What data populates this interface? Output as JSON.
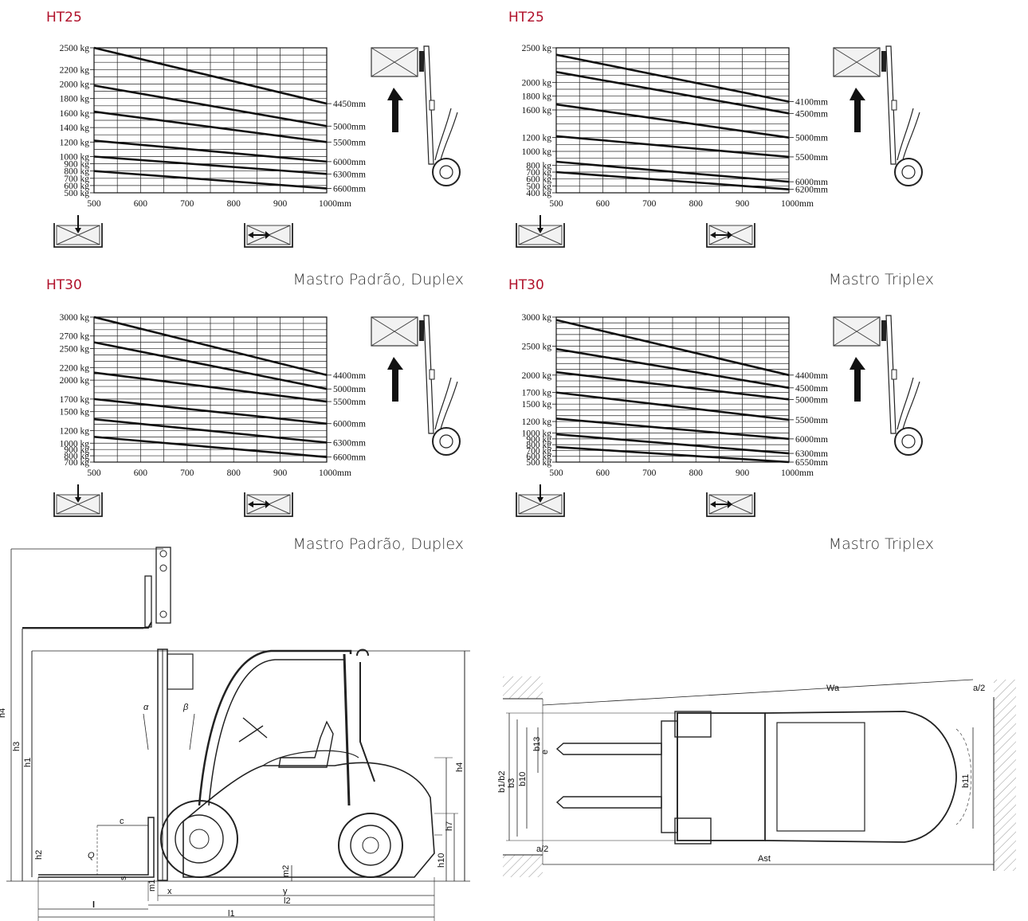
{
  "charts": [
    {
      "model": "HT25",
      "caption": "Mastro Padrão, Duplex",
      "chart_data": {
        "type": "line",
        "x": [
          500,
          1000
        ],
        "x_ticks": [
          "500",
          "600",
          "700",
          "800",
          "900",
          "1000mm"
        ],
        "y_ticks": [
          {
            "label": "2500 kg",
            "value": 2500
          },
          {
            "label": "2200 kg",
            "value": 2200
          },
          {
            "label": "2000 kg",
            "value": 2000
          },
          {
            "label": "1800 kg",
            "value": 1800
          },
          {
            "label": "1600 kg",
            "value": 1600
          },
          {
            "label": "1400 kg",
            "value": 1400
          },
          {
            "label": "1200 kg",
            "value": 1200
          },
          {
            "label": "1000 kg",
            "value": 1000
          },
          {
            "label": "900 kg",
            "value": 900
          },
          {
            "label": "800 kg",
            "value": 800
          },
          {
            "label": "700 kg",
            "value": 700
          },
          {
            "label": "600 kg",
            "value": 600
          },
          {
            "label": "500 kg",
            "value": 500
          }
        ],
        "ylim": [
          500,
          2500
        ],
        "series": [
          {
            "name": "4450mm",
            "values": [
              2500,
              1730
            ]
          },
          {
            "name": "5000mm",
            "values": [
              1980,
              1420
            ]
          },
          {
            "name": "5500mm",
            "values": [
              1620,
              1200
            ]
          },
          {
            "name": "6000mm",
            "values": [
              1220,
              930
            ]
          },
          {
            "name": "6300mm",
            "values": [
              1000,
              760
            ]
          },
          {
            "name": "6600mm",
            "values": [
              800,
              560
            ]
          }
        ]
      }
    },
    {
      "model": "HT25",
      "caption": "Mastro Triplex",
      "chart_data": {
        "type": "line",
        "x": [
          500,
          1000
        ],
        "x_ticks": [
          "500",
          "600",
          "700",
          "800",
          "900",
          "1000mm"
        ],
        "y_ticks": [
          {
            "label": "2500 kg",
            "value": 2500
          },
          {
            "label": "2000 kg",
            "value": 2000
          },
          {
            "label": "1800 kg",
            "value": 1800
          },
          {
            "label": "1600 kg",
            "value": 1600
          },
          {
            "label": "1200 kg",
            "value": 1200
          },
          {
            "label": "1000 kg",
            "value": 1000
          },
          {
            "label": "800 kg",
            "value": 800
          },
          {
            "label": "700 kg",
            "value": 700
          },
          {
            "label": "600 kg",
            "value": 600
          },
          {
            "label": "500 kg",
            "value": 500
          },
          {
            "label": "400 kg",
            "value": 400
          }
        ],
        "ylim": [
          400,
          2500
        ],
        "series": [
          {
            "name": "4100mm",
            "values": [
              2400,
              1720
            ]
          },
          {
            "name": "4500mm",
            "values": [
              2150,
              1550
            ]
          },
          {
            "name": "5000mm",
            "values": [
              1680,
              1200
            ]
          },
          {
            "name": "5500mm",
            "values": [
              1220,
              920
            ]
          },
          {
            "name": "6000mm",
            "values": [
              850,
              560
            ]
          },
          {
            "name": "6200mm",
            "values": [
              700,
              450
            ]
          }
        ]
      }
    },
    {
      "model": "HT30",
      "caption": "Mastro Padrão, Duplex",
      "chart_data": {
        "type": "line",
        "x": [
          500,
          1000
        ],
        "x_ticks": [
          "500",
          "600",
          "700",
          "800",
          "900",
          "1000mm"
        ],
        "y_ticks": [
          {
            "label": "3000 kg",
            "value": 3000
          },
          {
            "label": "2700 kg",
            "value": 2700
          },
          {
            "label": "2500 kg",
            "value": 2500
          },
          {
            "label": "2200 kg",
            "value": 2200
          },
          {
            "label": "2000 kg",
            "value": 2000
          },
          {
            "label": "1700 kg",
            "value": 1700
          },
          {
            "label": "1500 kg",
            "value": 1500
          },
          {
            "label": "1200 kg",
            "value": 1200
          },
          {
            "label": "1000 kg",
            "value": 1000
          },
          {
            "label": "900 kg",
            "value": 900
          },
          {
            "label": "800 kg",
            "value": 800
          },
          {
            "label": "700 kg",
            "value": 700
          }
        ],
        "ylim": [
          700,
          3000
        ],
        "series": [
          {
            "name": "4400mm",
            "values": [
              3000,
              2080
            ]
          },
          {
            "name": "5000mm",
            "values": [
              2600,
              1860
            ]
          },
          {
            "name": "5500mm",
            "values": [
              2120,
              1660
            ]
          },
          {
            "name": "6000mm",
            "values": [
              1700,
              1310
            ]
          },
          {
            "name": "6300mm",
            "values": [
              1380,
              1010
            ]
          },
          {
            "name": "6600mm",
            "values": [
              1100,
              780
            ]
          }
        ]
      }
    },
    {
      "model": "HT30",
      "caption": "Mastro Triplex",
      "chart_data": {
        "type": "line",
        "x": [
          500,
          1000
        ],
        "x_ticks": [
          "500",
          "600",
          "700",
          "800",
          "900",
          "1000mm"
        ],
        "y_ticks": [
          {
            "label": "3000 kg",
            "value": 3000
          },
          {
            "label": "2500 kg",
            "value": 2500
          },
          {
            "label": "2000 kg",
            "value": 2000
          },
          {
            "label": "1700 kg",
            "value": 1700
          },
          {
            "label": "1500 kg",
            "value": 1500
          },
          {
            "label": "1200 kg",
            "value": 1200
          },
          {
            "label": "1000 kg",
            "value": 1000
          },
          {
            "label": "900 kg",
            "value": 900
          },
          {
            "label": "800 kg",
            "value": 800
          },
          {
            "label": "700 kg",
            "value": 700
          },
          {
            "label": "600 kg",
            "value": 600
          },
          {
            "label": "500 kg",
            "value": 500
          }
        ],
        "ylim": [
          500,
          3000
        ],
        "series": [
          {
            "name": "4400mm",
            "values": [
              2950,
              2000
            ]
          },
          {
            "name": "4500mm",
            "values": [
              2450,
              1780
            ]
          },
          {
            "name": "5000mm",
            "values": [
              2050,
              1580
            ]
          },
          {
            "name": "5500mm",
            "values": [
              1700,
              1230
            ]
          },
          {
            "name": "6000mm",
            "values": [
              1250,
              900
            ]
          },
          {
            "name": "6300mm",
            "values": [
              980,
              650
            ]
          },
          {
            "name": "6550mm",
            "values": [
              760,
              500
            ]
          }
        ]
      }
    }
  ],
  "side_view_labels": [
    "h4",
    "h3",
    "h1",
    "h2",
    "Q",
    "c",
    "s",
    "m1",
    "x",
    "m2",
    "y",
    "l2",
    "l",
    "l1",
    "h10",
    "h7",
    "h4",
    "α",
    "β"
  ],
  "top_view_labels": [
    "Wa",
    "a/2",
    "b13",
    "e",
    "b1/b2",
    "b3",
    "b10",
    "b11",
    "a/2",
    "Ast"
  ]
}
